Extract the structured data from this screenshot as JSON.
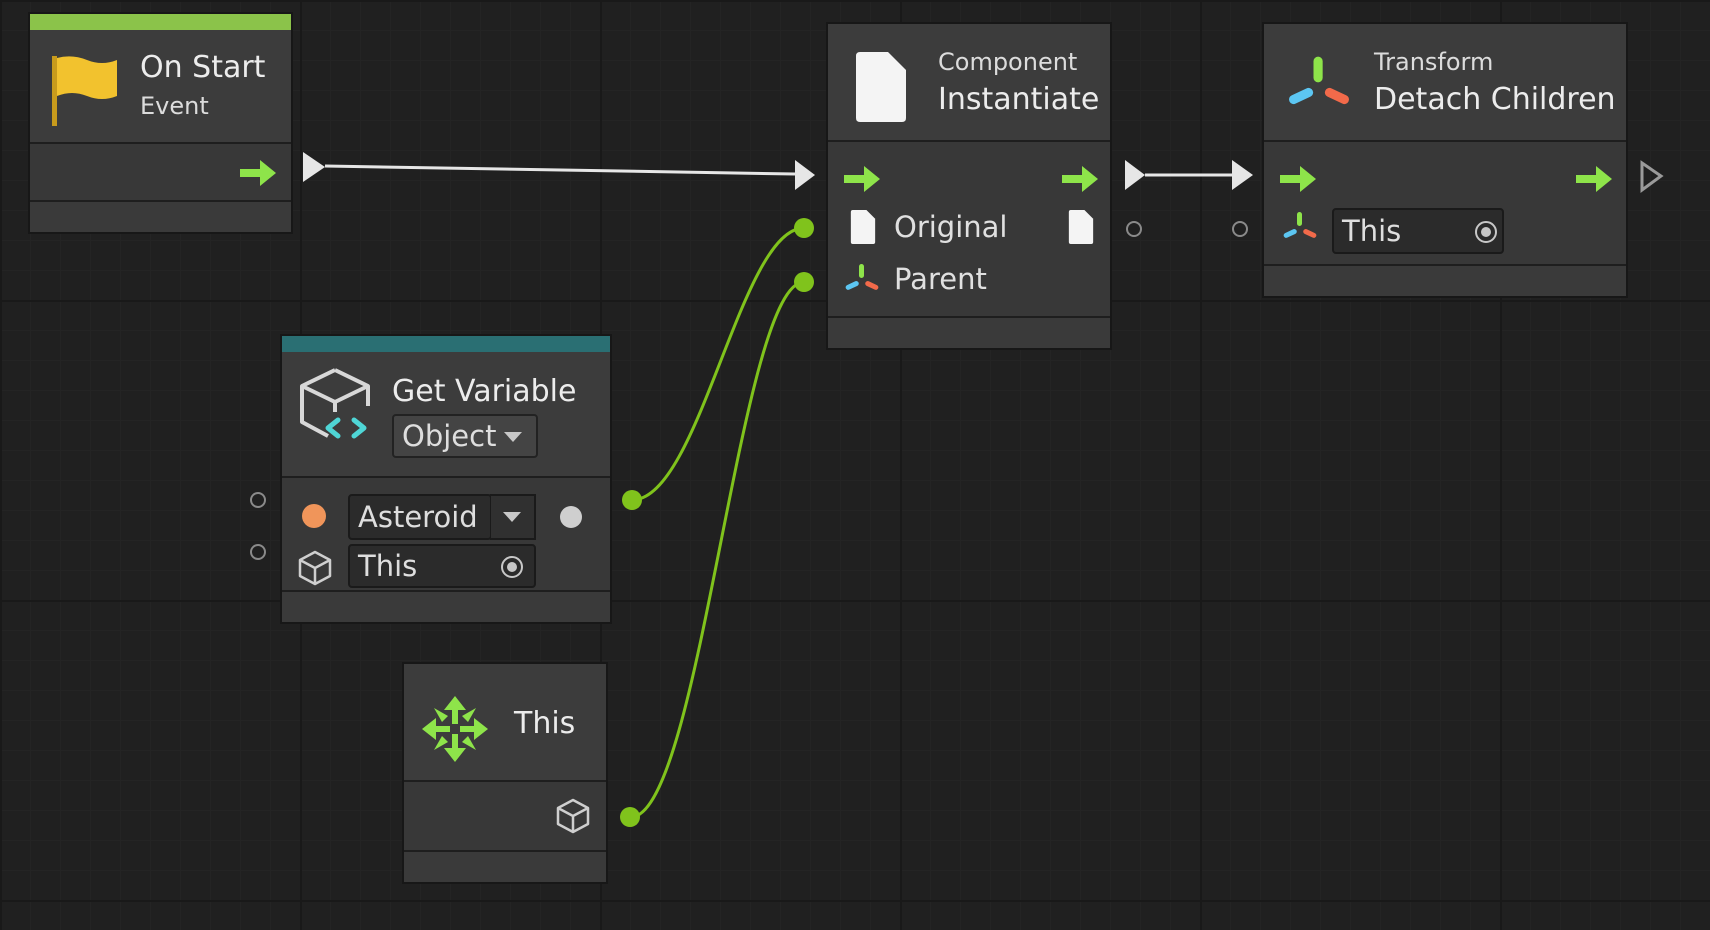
{
  "nodes": {
    "on_start": {
      "title": "On Start",
      "subtitle": "Event"
    },
    "instantiate": {
      "category": "Component",
      "title": "Instantiate",
      "ports": {
        "original": "Original",
        "parent": "Parent"
      }
    },
    "detach": {
      "category": "Transform",
      "title": "Detach Children",
      "target_value": "This"
    },
    "get_variable": {
      "title": "Get Variable",
      "kind_select": "Object",
      "name_select": "Asteroid",
      "target_value": "This"
    },
    "this_node": {
      "title": "This"
    }
  },
  "colors": {
    "event_strip": "#8bc34a",
    "variable_strip": "#2a6f73",
    "wire_control": "#e6e6e6",
    "wire_value": "#80c31c",
    "arrow": "#8ee44a",
    "flag": "#f2c22e",
    "variable_dot": "#f0955a"
  },
  "icons": [
    "flag-icon",
    "control-arrow-icon",
    "file-icon",
    "transform-icon",
    "variable-cube-icon",
    "cube-icon",
    "target-icon",
    "this-icon",
    "chevron-down-icon"
  ]
}
